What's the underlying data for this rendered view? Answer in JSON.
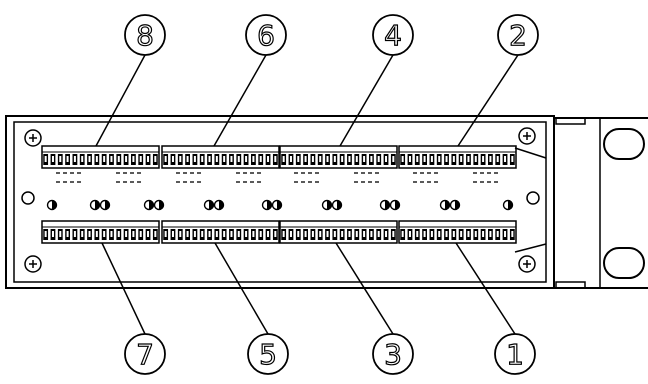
{
  "diagram": {
    "callouts_top": [
      "8",
      "6",
      "4",
      "2"
    ],
    "callouts_bottom": [
      "7",
      "5",
      "3",
      "1"
    ]
  }
}
